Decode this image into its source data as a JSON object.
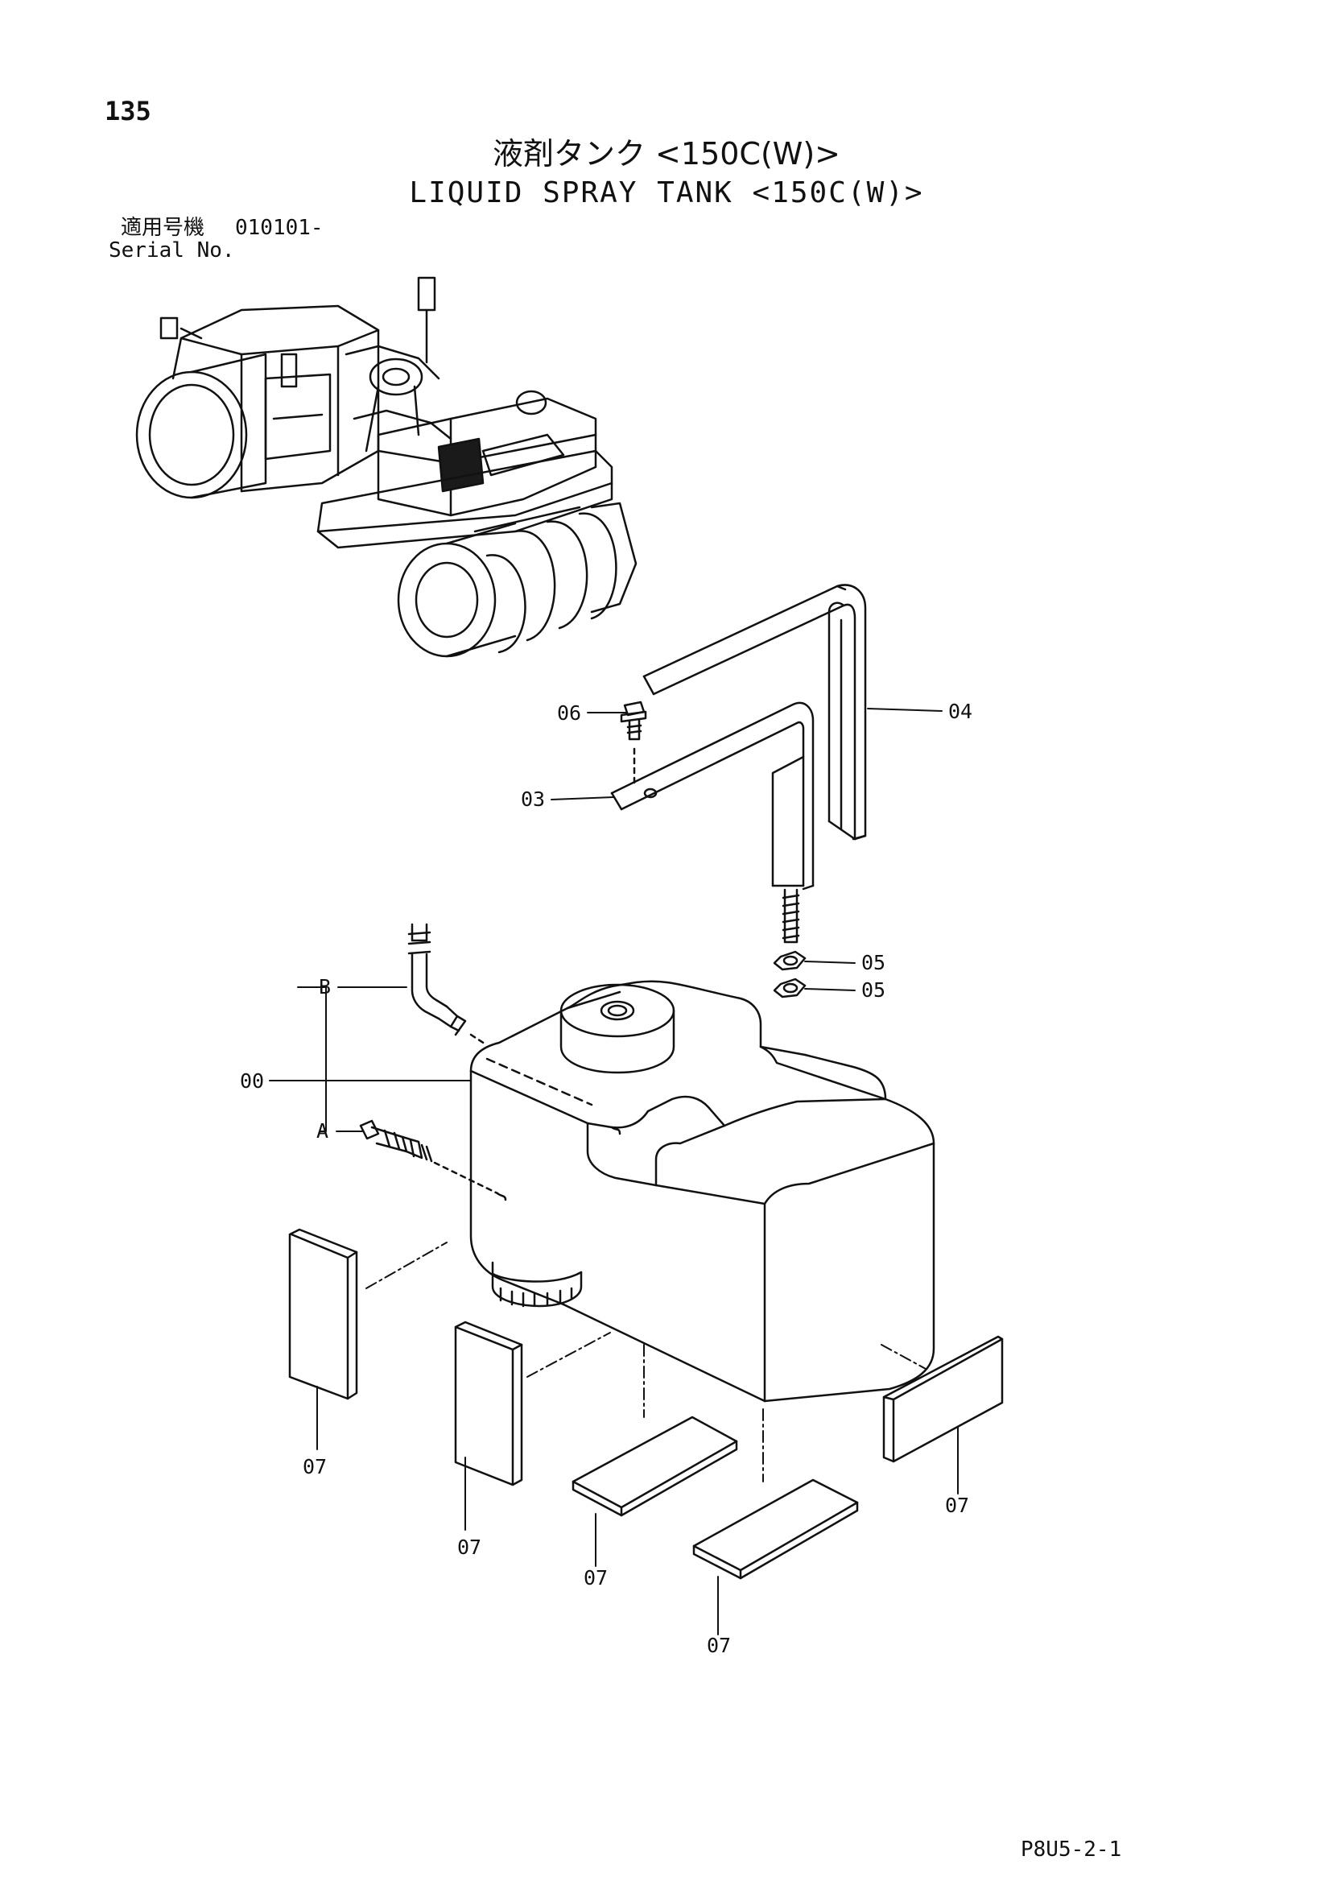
{
  "page": {
    "number": "135",
    "title_jp": "液剤タンク <150C(W)>",
    "title_en": "LIQUID SPRAY TANK <150C(W)>",
    "serial_label_jp": "適用号機",
    "serial_code": "010101-",
    "serial_label_en": "Serial No.",
    "doc_code": "P8U5-2-1"
  },
  "callouts": {
    "p06": "06",
    "p04": "04",
    "p03": "03",
    "p05a": "05",
    "p05b": "05",
    "pB": "B",
    "p00": "00",
    "pA": "A",
    "p07a": "07",
    "p07b": "07",
    "p07c": "07",
    "p07d": "07",
    "p07e": "07"
  }
}
